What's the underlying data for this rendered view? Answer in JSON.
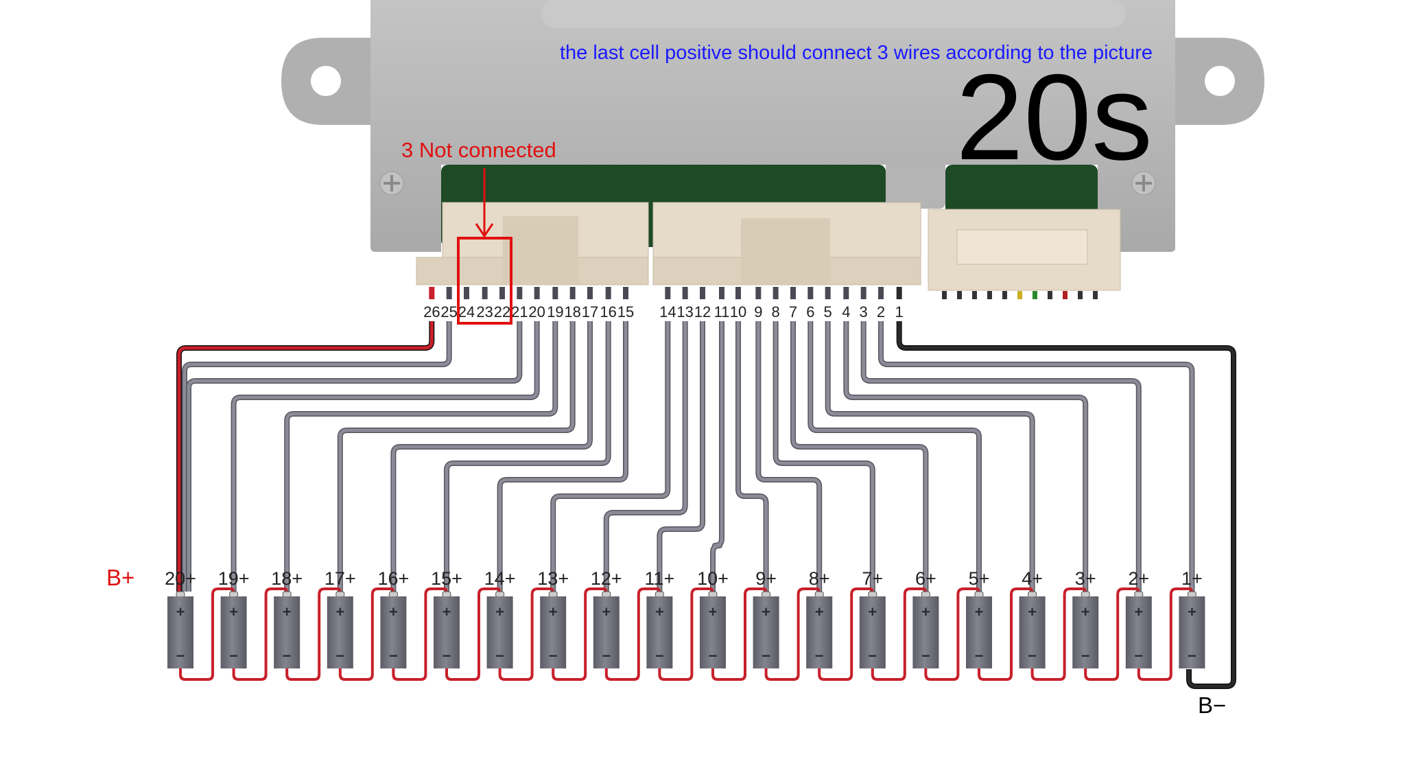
{
  "note": "the last cell positive should connect 3 wires according to the picture",
  "series_label": "20s",
  "callout": "3 Not connected",
  "b_plus": "B+",
  "b_minus": "B−",
  "pins": [
    "26",
    "25",
    "24",
    "23",
    "22",
    "21",
    "20",
    "19",
    "18",
    "17",
    "16",
    "15",
    "14",
    "13",
    "12",
    "11",
    "10",
    "9",
    "8",
    "7",
    "6",
    "5",
    "4",
    "3",
    "2",
    "1"
  ],
  "cells": [
    "20+",
    "19+",
    "18+",
    "17+",
    "16+",
    "15+",
    "14+",
    "13+",
    "12+",
    "11+",
    "10+",
    "9+",
    "8+",
    "7+",
    "6+",
    "5+",
    "4+",
    "3+",
    "2+",
    "1+"
  ],
  "not_connected_pins": [
    "24",
    "23",
    "22"
  ],
  "connections": [
    {
      "pin": "26",
      "cell": "20+",
      "color": "red"
    },
    {
      "pin": "25",
      "cell": "20+",
      "color": "grey"
    },
    {
      "pin": "21",
      "cell": "20+",
      "color": "grey"
    },
    {
      "pin": "20",
      "cell": "19+",
      "color": "grey"
    },
    {
      "pin": "19",
      "cell": "18+",
      "color": "grey"
    },
    {
      "pin": "18",
      "cell": "17+",
      "color": "grey"
    },
    {
      "pin": "17",
      "cell": "16+",
      "color": "grey"
    },
    {
      "pin": "16",
      "cell": "15+",
      "color": "grey"
    },
    {
      "pin": "15",
      "cell": "14+",
      "color": "grey"
    },
    {
      "pin": "14",
      "cell": "13+",
      "color": "grey"
    },
    {
      "pin": "13",
      "cell": "12+",
      "color": "grey"
    },
    {
      "pin": "12",
      "cell": "11+",
      "color": "grey"
    },
    {
      "pin": "11",
      "cell": "10+",
      "color": "grey"
    },
    {
      "pin": "10",
      "cell": "9+",
      "color": "grey"
    },
    {
      "pin": "9",
      "cell": "8+",
      "color": "grey"
    },
    {
      "pin": "8",
      "cell": "7+",
      "color": "grey"
    },
    {
      "pin": "7",
      "cell": "6+",
      "color": "grey"
    },
    {
      "pin": "6",
      "cell": "5+",
      "color": "grey"
    },
    {
      "pin": "5",
      "cell": "4+",
      "color": "grey"
    },
    {
      "pin": "4",
      "cell": "3+",
      "color": "grey"
    },
    {
      "pin": "3",
      "cell": "2+",
      "color": "grey"
    },
    {
      "pin": "2",
      "cell": "1+",
      "color": "grey"
    },
    {
      "pin": "1",
      "cell": "B-",
      "color": "black"
    }
  ],
  "colors": {
    "note": "#1a1aff",
    "callout": "#e01010",
    "red_wire": "#c8202a",
    "grey_wire": "#8c8c99",
    "black_wire": "#2a2a2a",
    "board": "#b8b8b8",
    "pcb": "#1e4a26",
    "connector": "#e6dac8",
    "cell": "#6e6e7a"
  }
}
